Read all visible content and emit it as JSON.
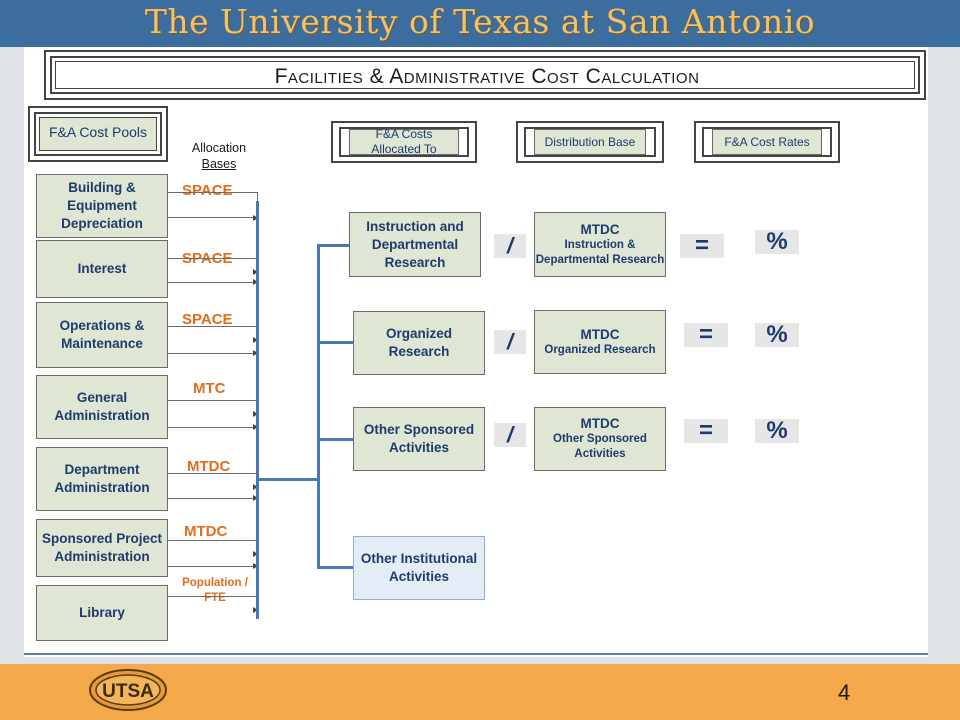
{
  "header": {
    "title": "The University of Texas at San Antonio"
  },
  "slide_title": "Facilities & Administrative Cost Calculation",
  "pools_label": "F&A Cost Pools",
  "allocation_bases_label_1": "Allocation",
  "allocation_bases_label_2": "Bases",
  "column_headers": {
    "allocated_to": "F&A Costs Allocated To",
    "distribution_base": "Distribution Base",
    "rates": "F&A Cost Rates"
  },
  "pools": [
    {
      "label": "Building & Equipment Depreciation",
      "basis": "SPACE"
    },
    {
      "label": "Interest",
      "basis": "SPACE"
    },
    {
      "label": "Operations & Maintenance",
      "basis": "SPACE"
    },
    {
      "label": "General Administration",
      "basis": "MTC"
    },
    {
      "label": "Department Administration",
      "basis": "MTDC"
    },
    {
      "label": "Sponsored Project Administration",
      "basis": "MTDC"
    },
    {
      "label": "Library",
      "basis": "Population / FTE"
    }
  ],
  "allocations": [
    {
      "label": "Instruction and Departmental Research",
      "divide": "/",
      "base_title": "MTDC",
      "base_sub": "Instruction & Departmental Research",
      "equals": "=",
      "rate": "%"
    },
    {
      "label": "Organized Research",
      "divide": "/",
      "base_title": "MTDC",
      "base_sub": "Organized Research",
      "equals": "=",
      "rate": "%"
    },
    {
      "label": "Other Sponsored Activities",
      "divide": "/",
      "base_title": "MTDC",
      "base_sub": "Other Sponsored Activities",
      "equals": "=",
      "rate": "%"
    },
    {
      "label": "Other Institutional Activities"
    }
  ],
  "footer": {
    "logo_text": "UTSA",
    "page_number": "4"
  },
  "colors": {
    "header_bg": "#3b6e9e",
    "header_text": "#f4c168",
    "footer_bg": "#f5a94a",
    "box_fill": "#dfe6d3",
    "basis_text": "#e46c1b",
    "connector": "#4a78b5"
  }
}
